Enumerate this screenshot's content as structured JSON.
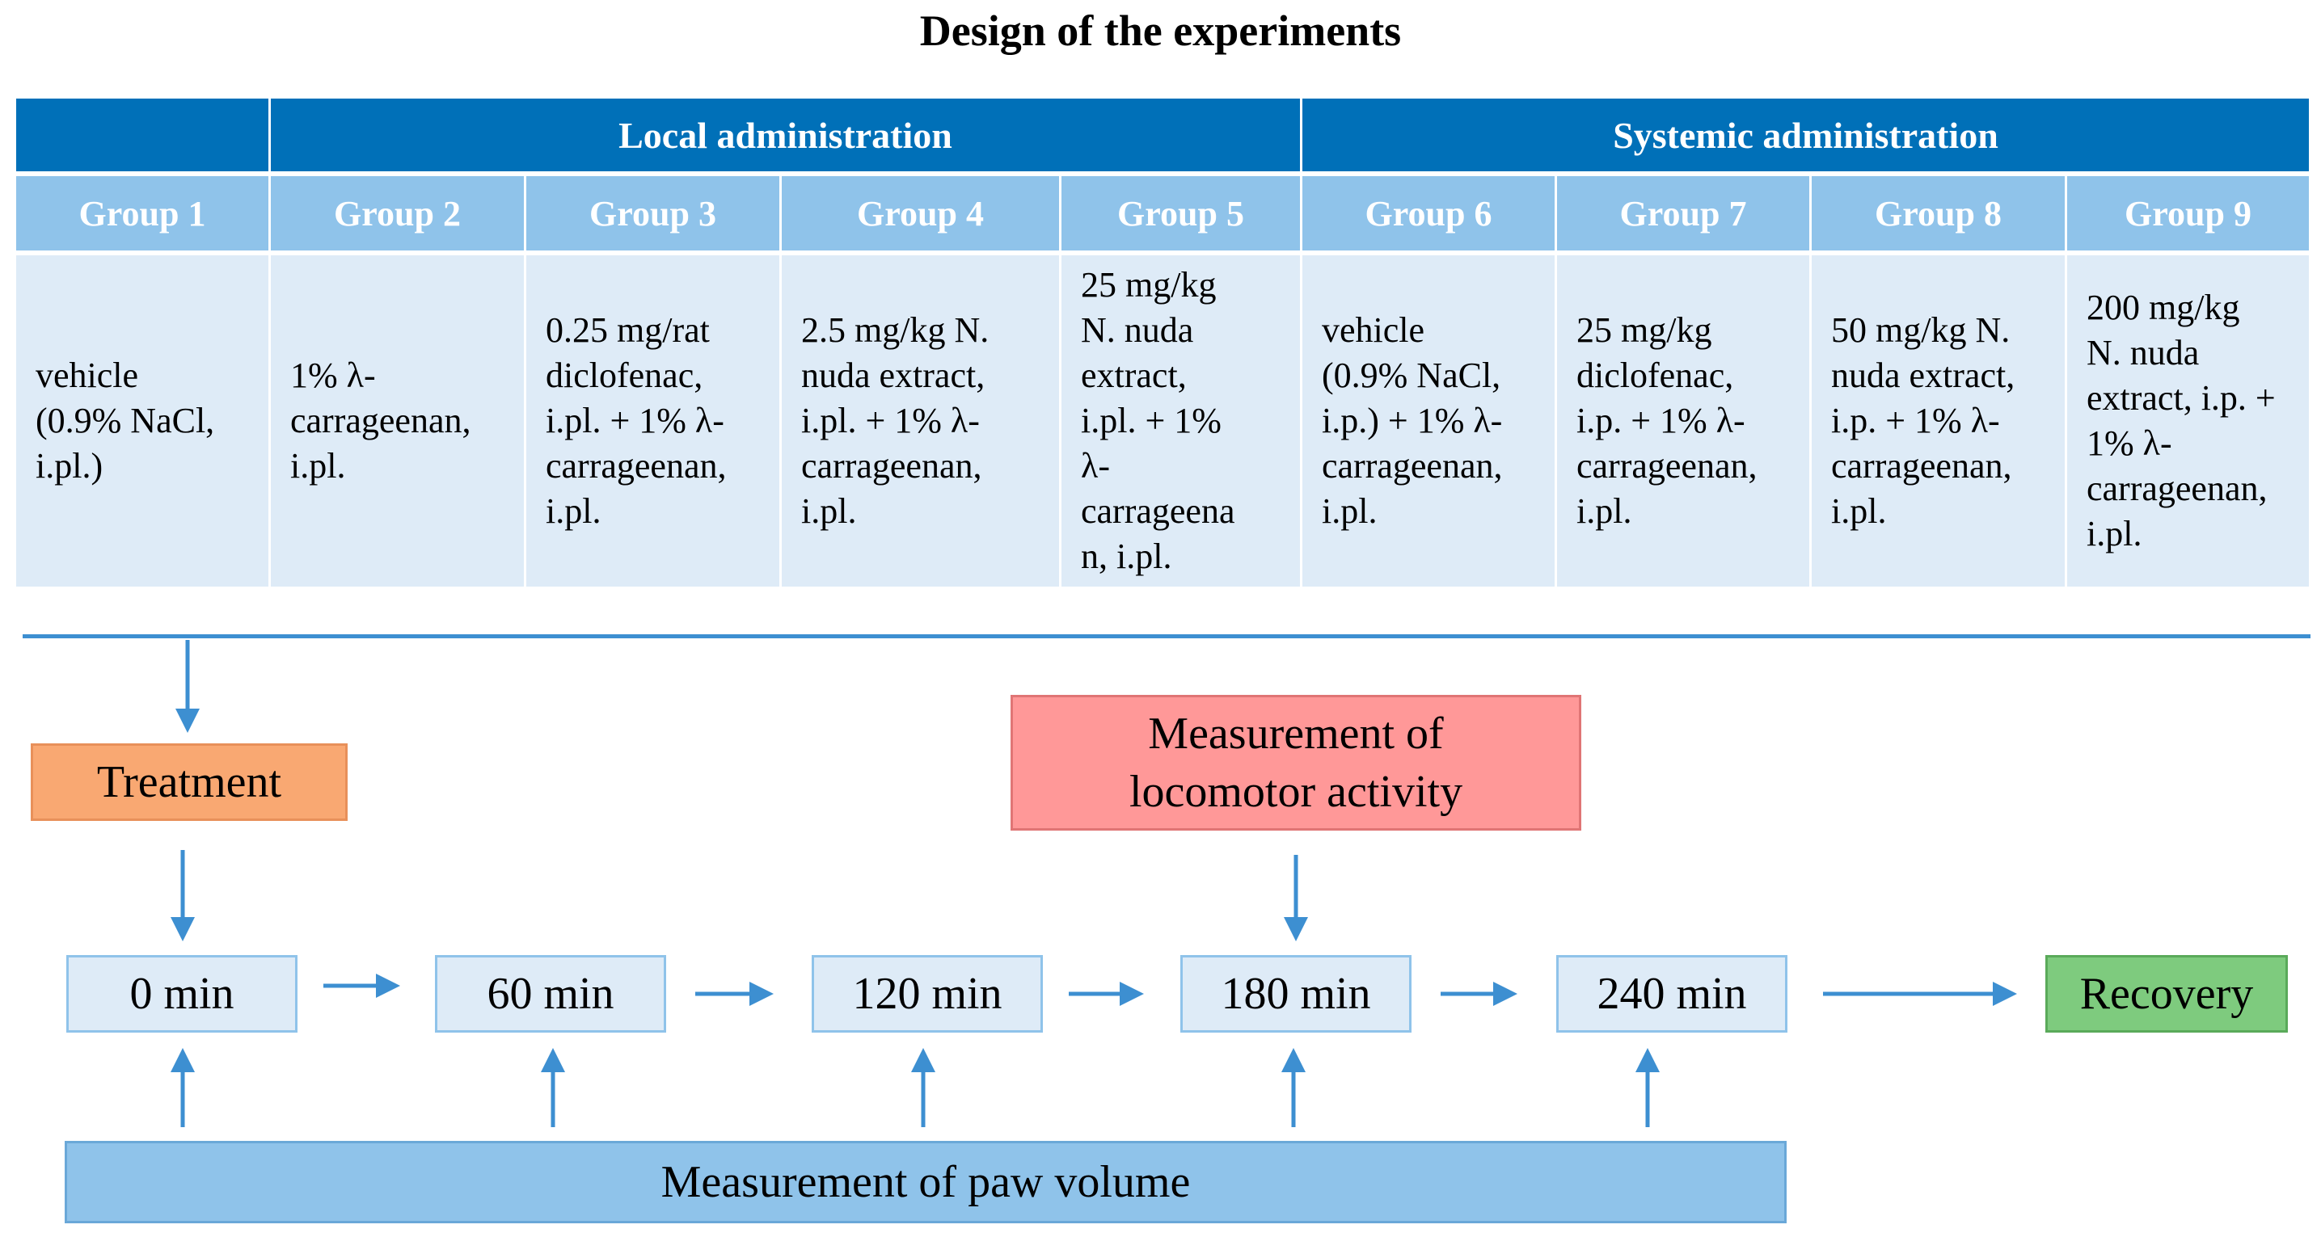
{
  "title": "Design of the experiments",
  "table": {
    "header_top": [
      "",
      "Local administration",
      "Systemic administration"
    ],
    "groups": [
      "Group 1",
      "Group 2",
      "Group 3",
      "Group 4",
      "Group 5",
      "Group 6",
      "Group 7",
      "Group 8",
      "Group 9"
    ],
    "treatments": [
      "vehicle\n(0.9% NaCl,\ni.pl.)",
      "1% λ-\ncarrageenan,\ni.pl.",
      " 0.25 mg/rat\ndiclofenac,\ni.pl. + 1% λ-\ncarrageenan,\ni.pl.",
      "2.5 mg/kg N.\nnuda extract,\ni.pl. + 1% λ-\ncarrageenan,\ni.pl.",
      "25 mg/kg\nN. nuda\nextract,\ni.pl. + 1%\nλ-\ncarrageena\nn, i.pl.",
      "vehicle\n(0.9% NaCl,\ni.p.) + 1% λ-\ncarrageenan,\ni.pl.",
      "25 mg/kg\ndiclofenac,\ni.p. + 1% λ-\ncarrageenan,\ni.pl.",
      "50 mg/kg N.\nnuda extract,\ni.p. + 1% λ-\ncarrageenan,\ni.pl.",
      "200 mg/kg\nN. nuda\nextract, i.p. +\n1% λ-\ncarrageenan,\ni.pl."
    ]
  },
  "flow": {
    "treatment": "Treatment",
    "locomotor": "Measurement of\nlocomotor  activity",
    "timepoints": [
      "0 min",
      "60 min",
      "120 min",
      "180 min",
      "240 min"
    ],
    "recovery": "Recovery",
    "paw": "Measurement of paw volume"
  },
  "colors": {
    "header_dark": "#0070b8",
    "header_light": "#8fc3ea",
    "cell_bg": "#deebf7",
    "treatment": "#f9a872",
    "locomotor": "#ff9898",
    "recovery": "#7ecb7e",
    "arrow": "#3d8fd1"
  }
}
